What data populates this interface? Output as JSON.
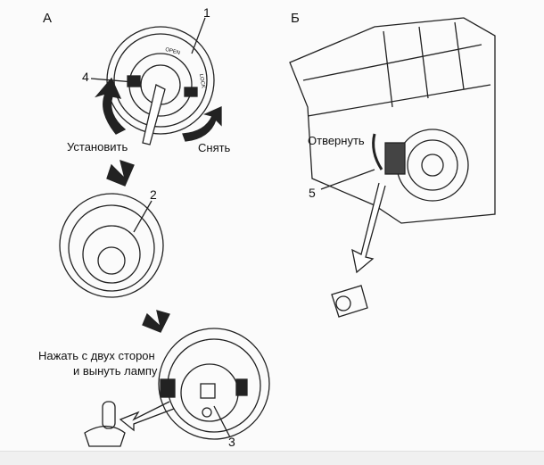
{
  "panels": {
    "a": "А",
    "b": "Б"
  },
  "callouts": {
    "n1": "1",
    "n2": "2",
    "n3": "3",
    "n4": "4",
    "n5": "5"
  },
  "labels": {
    "install": "Установить",
    "remove": "Снять",
    "unscrew": "Отвернуть",
    "press_line1": "Нажать с двух сторон",
    "press_line2": "и вынуть лампу"
  },
  "markings": {
    "open": "OPEN",
    "lock": "LOCK"
  }
}
